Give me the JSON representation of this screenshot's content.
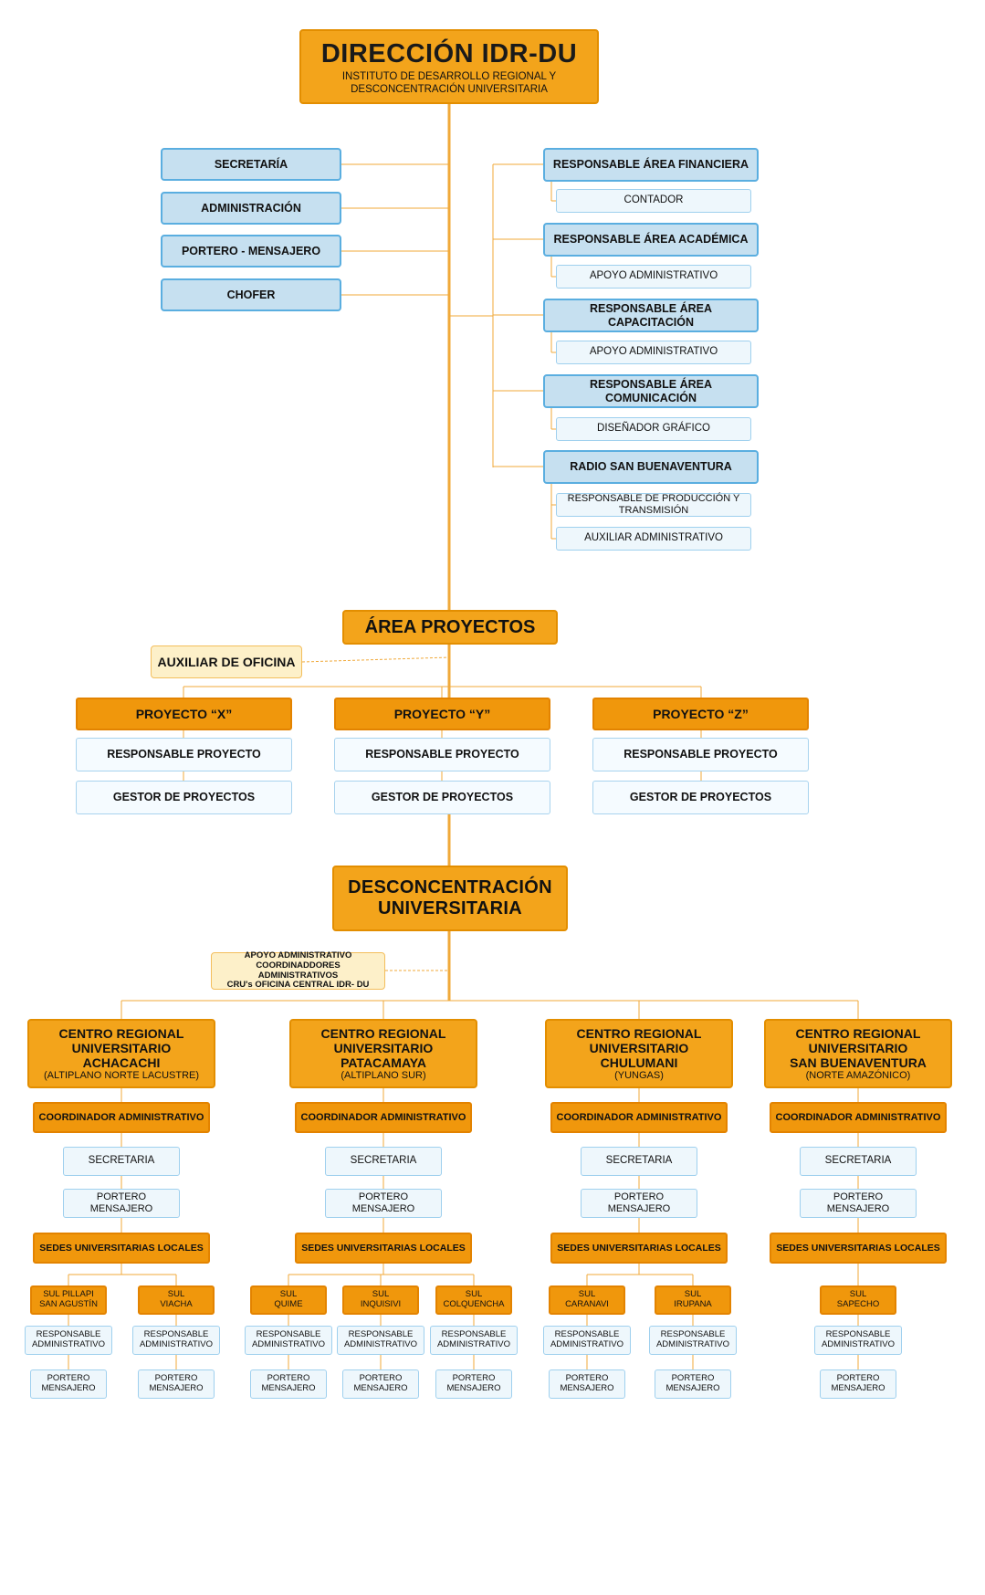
{
  "direccion": {
    "title": "DIRECCIÓN IDR-DU",
    "subtitle_1": "INSTITUTO DE DESARROLLO REGIONAL Y",
    "subtitle_2": "DESCONCENTRACIÓN UNIVERSITARIA"
  },
  "staff_left": [
    "SECRETARÍA",
    "ADMINISTRACIÓN",
    "PORTERO - MENSAJERO",
    "CHOFER"
  ],
  "areas_right": [
    {
      "label": "RESPONSABLE ÁREA FINANCIERA",
      "children": [
        "CONTADOR"
      ]
    },
    {
      "label": "RESPONSABLE ÁREA ACADÉMICA",
      "children": [
        "APOYO ADMINISTRATIVO"
      ]
    },
    {
      "label": "RESPONSABLE ÁREA CAPACITACIÓN",
      "children": [
        "APOYO ADMINISTRATIVO"
      ]
    },
    {
      "label": "RESPONSABLE ÁREA COMUNICACIÓN",
      "children": [
        "DISEÑADOR GRÁFICO"
      ]
    },
    {
      "label": "RADIO SAN BUENAVENTURA",
      "children": [
        "RESPONSABLE DE PRODUCCIÓN Y TRANSMISIÓN",
        "AUXILIAR ADMINISTRATIVO"
      ]
    }
  ],
  "area_proyectos": {
    "title": "ÁREA PROYECTOS",
    "auxiliar": "AUXILIAR DE OFICINA",
    "proyectos": [
      {
        "title": "PROYECTO “X”",
        "responsable": "RESPONSABLE PROYECTO",
        "gestor": "GESTOR DE PROYECTOS"
      },
      {
        "title": "PROYECTO “Y”",
        "responsable": "RESPONSABLE PROYECTO",
        "gestor": "GESTOR DE PROYECTOS"
      },
      {
        "title": "PROYECTO “Z”",
        "responsable": "RESPONSABLE PROYECTO",
        "gestor": "GESTOR DE PROYECTOS"
      }
    ]
  },
  "desconcentracion": {
    "title_1": "DESCONCENTRACIÓN",
    "title_2": "UNIVERSITARIA",
    "apoyo": [
      "APOYO ADMINISTRATIVO",
      "COORDINADDORES ADMINISTRATIVOS",
      "CRU's OFICINA CENTRAL IDR- DU"
    ]
  },
  "centros": [
    {
      "name": [
        "CENTRO REGIONAL",
        "UNIVERSITARIO",
        "ACHACACHI"
      ],
      "region": "(ALTIPLANO NORTE LACUSTRE)",
      "coordinador": "COORDINADOR ADMINISTRATIVO",
      "secretaria": "SECRETARIA",
      "portero": "PORTERO MENSAJERO",
      "sedes": "SEDES UNIVERSITARIAS LOCALES",
      "suls": [
        {
          "name": [
            "SUL PILLAPI",
            "SAN AGUSTÍN"
          ],
          "resp": [
            "RESPONSABLE",
            "ADMINISTRATIVO"
          ],
          "port": [
            "PORTERO",
            "MENSAJERO"
          ]
        },
        {
          "name": [
            "SUL",
            "VIACHA"
          ],
          "resp": [
            "RESPONSABLE",
            "ADMINISTRATIVO"
          ],
          "port": [
            "PORTERO",
            "MENSAJERO"
          ]
        }
      ]
    },
    {
      "name": [
        "CENTRO REGIONAL",
        "UNIVERSITARIO",
        "PATACAMAYA"
      ],
      "region": "(ALTIPLANO SUR)",
      "coordinador": "COORDINADOR ADMINISTRATIVO",
      "secretaria": "SECRETARIA",
      "portero": "PORTERO MENSAJERO",
      "sedes": "SEDES UNIVERSITARIAS LOCALES",
      "suls": [
        {
          "name": [
            "SUL",
            "QUIME"
          ],
          "resp": [
            "RESPONSABLE",
            "ADMINISTRATIVO"
          ],
          "port": [
            "PORTERO",
            "MENSAJERO"
          ]
        },
        {
          "name": [
            "SUL",
            "INQUISIVI"
          ],
          "resp": [
            "RESPONSABLE",
            "ADMINISTRATIVO"
          ],
          "port": [
            "PORTERO",
            "MENSAJERO"
          ]
        },
        {
          "name": [
            "SUL",
            "COLQUENCHA"
          ],
          "resp": [
            "RESPONSABLE",
            "ADMINISTRATIVO"
          ],
          "port": [
            "PORTERO",
            "MENSAJERO"
          ]
        }
      ]
    },
    {
      "name": [
        "CENTRO REGIONAL",
        "UNIVERSITARIO",
        "CHULUMANI"
      ],
      "region": "(YUNGAS)",
      "coordinador": "COORDINADOR ADMINISTRATIVO",
      "secretaria": "SECRETARIA",
      "portero": "PORTERO MENSAJERO",
      "sedes": "SEDES UNIVERSITARIAS LOCALES",
      "suls": [
        {
          "name": [
            "SUL",
            "CARANAVI"
          ],
          "resp": [
            "RESPONSABLE",
            "ADMINISTRATIVO"
          ],
          "port": [
            "PORTERO",
            "MENSAJERO"
          ]
        },
        {
          "name": [
            "SUL",
            "IRUPANA"
          ],
          "resp": [
            "RESPONSABLE",
            "ADMINISTRATIVO"
          ],
          "port": [
            "PORTERO",
            "MENSAJERO"
          ]
        }
      ]
    },
    {
      "name": [
        "CENTRO REGIONAL",
        "UNIVERSITARIO",
        "SAN BUENAVENTURA"
      ],
      "region": "(NORTE AMAZÓNICO)",
      "coordinador": "COORDINADOR ADMINISTRATIVO",
      "secretaria": "SECRETARIA",
      "portero": "PORTERO MENSAJERO",
      "sedes": "SEDES UNIVERSITARIAS LOCALES",
      "suls": [
        {
          "name": [
            "SUL",
            "SAPECHO"
          ],
          "resp": [
            "RESPONSABLE",
            "ADMINISTRATIVO"
          ],
          "port": [
            "PORTERO",
            "MENSAJERO"
          ]
        }
      ]
    }
  ],
  "colors": {
    "orange_fill": "#F3A41B",
    "orange_dark": "#F0970C",
    "connector": "#F0A93A",
    "blue_fill": "#C6E0F0",
    "blue_border": "#5AAEE0",
    "light_blue": "#EEF7FC",
    "cream": "#FDF0C9"
  }
}
